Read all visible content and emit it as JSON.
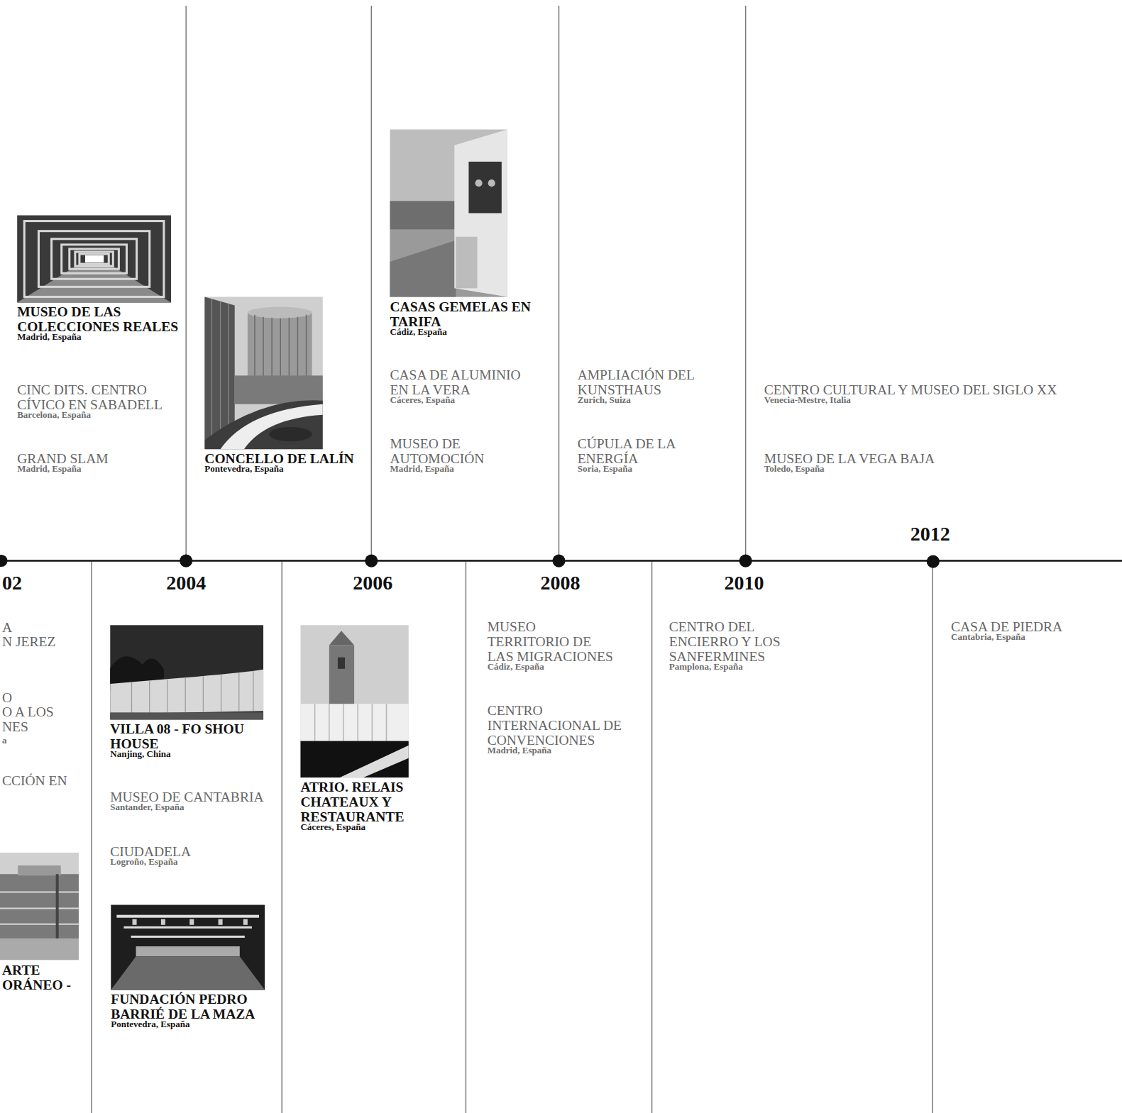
{
  "diagram": {
    "labels": [
      "02",
      "2004",
      "2006",
      "2008",
      "2010",
      "2012",
      "MUSEO DE LAS COLECCIONES REALES",
      "Madrid, España",
      "CINC DITS. CENTRO CÍVICO EN SABADELL",
      "Barcelona, España",
      "GRAND SLAM",
      "Madrid, España",
      "CONCELLO DE LALÍN",
      "Pontevedra, España",
      "CASAS GEMELAS EN TARIFA",
      "Cádiz, España",
      "CASA DE ALUMINIO EN LA VERA",
      "Cáceres, España",
      "MUSEO DE AUTOMOCIÓN",
      "Madrid, España",
      "AMPLIACIÓN DEL KUNSTHAUS",
      "Zurich, Suiza",
      "CÚPULA DE LA ENERGÍA",
      "Soria, España",
      "CENTRO CULTURAL Y MUSEO DEL SIGLO XX",
      "Venecia-Mestre, Italia",
      "MUSEO DE LA VEGA BAJA",
      "Toledo, España",
      "A",
      "N JEREZ",
      "O",
      "O A LOS",
      "NES",
      "a",
      "CCIÓN EN",
      "ARTE",
      "ORÁNEO -",
      "VILLA 08 - FO SHOU HOUSE",
      "Nanjing, China",
      "MUSEO DE CANTABRIA",
      "Santander, España",
      "CIUDADELA",
      "Logroño, España",
      "FUNDACIÓN PEDRO BARRIÉ DE LA MAZA",
      "Pontevedra, España",
      "ATRIO. RELAIS CHATEAUX Y RESTAURANTE",
      "Cáceres, España",
      "MUSEO TERRITORIO DE LAS MIGRACIONES",
      "Cádiz, España",
      "CENTRO INTERNACIONAL DE CONVENCIONES",
      "Madrid, España",
      "CENTRO DEL ENCIERRO Y LOS SANFERMINES",
      "Pamplona, España",
      "CASA DE PIEDRA",
      "Cantabria, España"
    ]
  }
}
